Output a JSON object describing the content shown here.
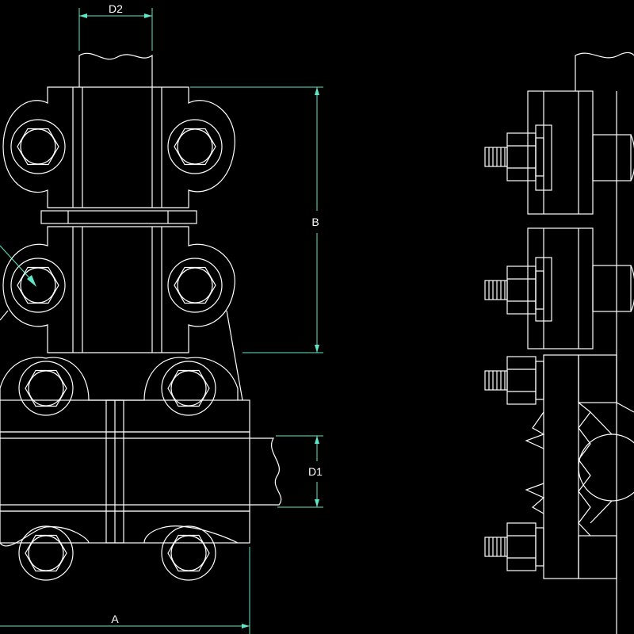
{
  "drawing": {
    "colors": {
      "background": "#000000",
      "line": "#ffffff",
      "dimension": "#5fe8c8"
    },
    "dimensions": {
      "d2": "D2",
      "b": "B",
      "d1": "D1",
      "a": "A"
    }
  }
}
